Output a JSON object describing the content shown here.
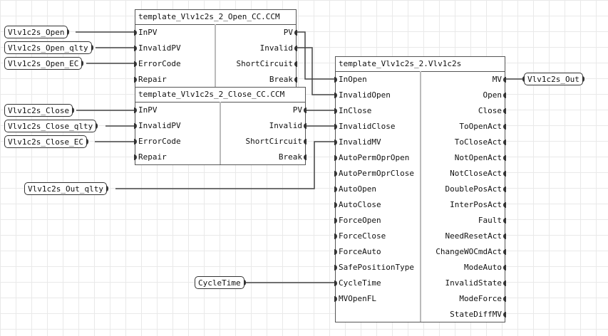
{
  "blocks": {
    "open_cc": {
      "title": "template_Vlv1c2s_2_Open_CC.CCM",
      "inputs": [
        "InPV",
        "InvalidPV",
        "ErrorCode",
        "Repair"
      ],
      "outputs": [
        "PV",
        "Invalid",
        "ShortCircuit",
        "Break"
      ]
    },
    "close_cc": {
      "title": "template_Vlv1c2s_2_Close_CC.CCM",
      "inputs": [
        "InPV",
        "InvalidPV",
        "ErrorCode",
        "Repair"
      ],
      "outputs": [
        "PV",
        "Invalid",
        "ShortCircuit",
        "Break"
      ]
    },
    "vlv": {
      "title": "template_Vlv1c2s_2.Vlv1c2s",
      "inputs": [
        "InOpen",
        "InvalidOpen",
        "InClose",
        "InvalidClose",
        "InvalidMV",
        "AutoPermOprOpen",
        "AutoPermOprClose",
        "AutoOpen",
        "AutoClose",
        "ForceOpen",
        "ForceClose",
        "ForceAuto",
        "SafePositionType",
        "CycleTime",
        "MVOpenFL"
      ],
      "outputs": [
        "MV",
        "Open",
        "Close",
        "ToOpenAct",
        "ToCloseAct",
        "NotOpenAct",
        "NotCloseAct",
        "DoublePosAct",
        "InterPosAct",
        "Fault",
        "NeedResetAct",
        "ChangeWOCmdAct",
        "ModeAuto",
        "InvalidState",
        "ModeForce",
        "StateDiffMV"
      ]
    }
  },
  "tags": {
    "open": "Vlv1c2s_Open",
    "open_qlty": "Vlv1c2s_Open_qlty",
    "open_ec": "Vlv1c2s_Open_EC",
    "close": "Vlv1c2s_Close",
    "close_qlty": "Vlv1c2s_Close_qlty",
    "close_ec": "Vlv1c2s_Close_EC",
    "out_qlty": "Vlv1c2s_Out_qlty",
    "cycletime": "CycleTime",
    "out": "Vlv1c2s_Out"
  }
}
